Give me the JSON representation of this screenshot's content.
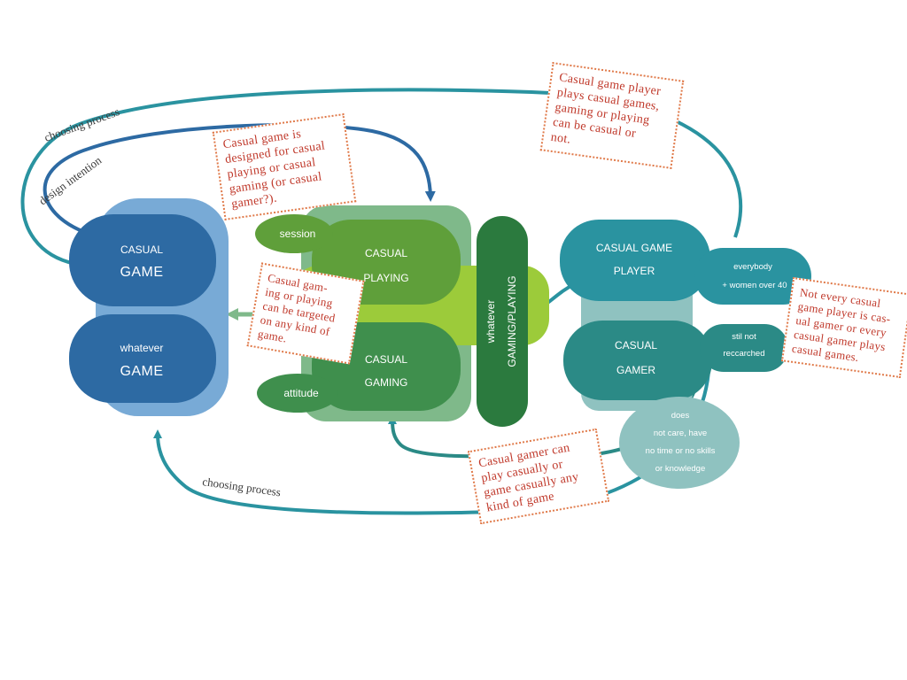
{
  "nodes": {
    "casual_game": [
      "CASUAL",
      "GAME"
    ],
    "whatever_game": [
      "whatever",
      "GAME"
    ],
    "session": "session",
    "casual_playing": [
      "CASUAL",
      "PLAYING"
    ],
    "attitude": "attitude",
    "casual_gaming": [
      "CASUAL",
      "GAMING"
    ],
    "whatever_gaming_playing": [
      "whatever",
      "GAMING/PLAYING"
    ],
    "casual_game_player": [
      "CASUAL  GAME",
      "PLAYER"
    ],
    "everybody": [
      "everybody",
      "+ women over 40"
    ],
    "casual_gamer": [
      "CASUAL",
      "GAMER"
    ],
    "still_not_researched": [
      "stil not",
      "reccarched"
    ],
    "does_not_care": [
      "does",
      "not care, have",
      "no time or no skills",
      "or knowledge"
    ]
  },
  "edge_labels": {
    "choosing_process_top": "choosing process",
    "design_intention": "design intention",
    "choosing_process_bottom": "choosing process"
  },
  "notes": {
    "casual_game_designed": "Casual game is\ndesigned for casual\nplaying or casual\ngaming (or casual\ngamer?).",
    "casual_game_player_plays": "Casual game player\nplays casual games,\ngaming or playing\ncan be casual or\nnot.",
    "casual_gaming_targeted": "Casual gam-\ning or playing\ncan be targeted\non any kind of\ngame.",
    "not_every_casual": "Not every casual\ngame player is cas-\nual gamer or every\ncasual gamer plays\ncasual games.",
    "casual_gamer_can_play": "Casual gamer can\nplay casually or\ngame casually any\nkind of game"
  },
  "colors": {
    "dark_blue": "#2d6aa3",
    "light_blue": "#78aad6",
    "green_dark": "#3f8f4d",
    "green_mid": "#5f9f3a",
    "green_light": "#9ccb3a",
    "green_pale": "#7fb98a",
    "whatever_dark": "#2b7a3e",
    "teal": "#2a93a0",
    "teal_dark": "#2b8a86",
    "teal_light": "#8fc2c0",
    "note_border": "#e07a4a",
    "note_text": "#c0392b"
  }
}
